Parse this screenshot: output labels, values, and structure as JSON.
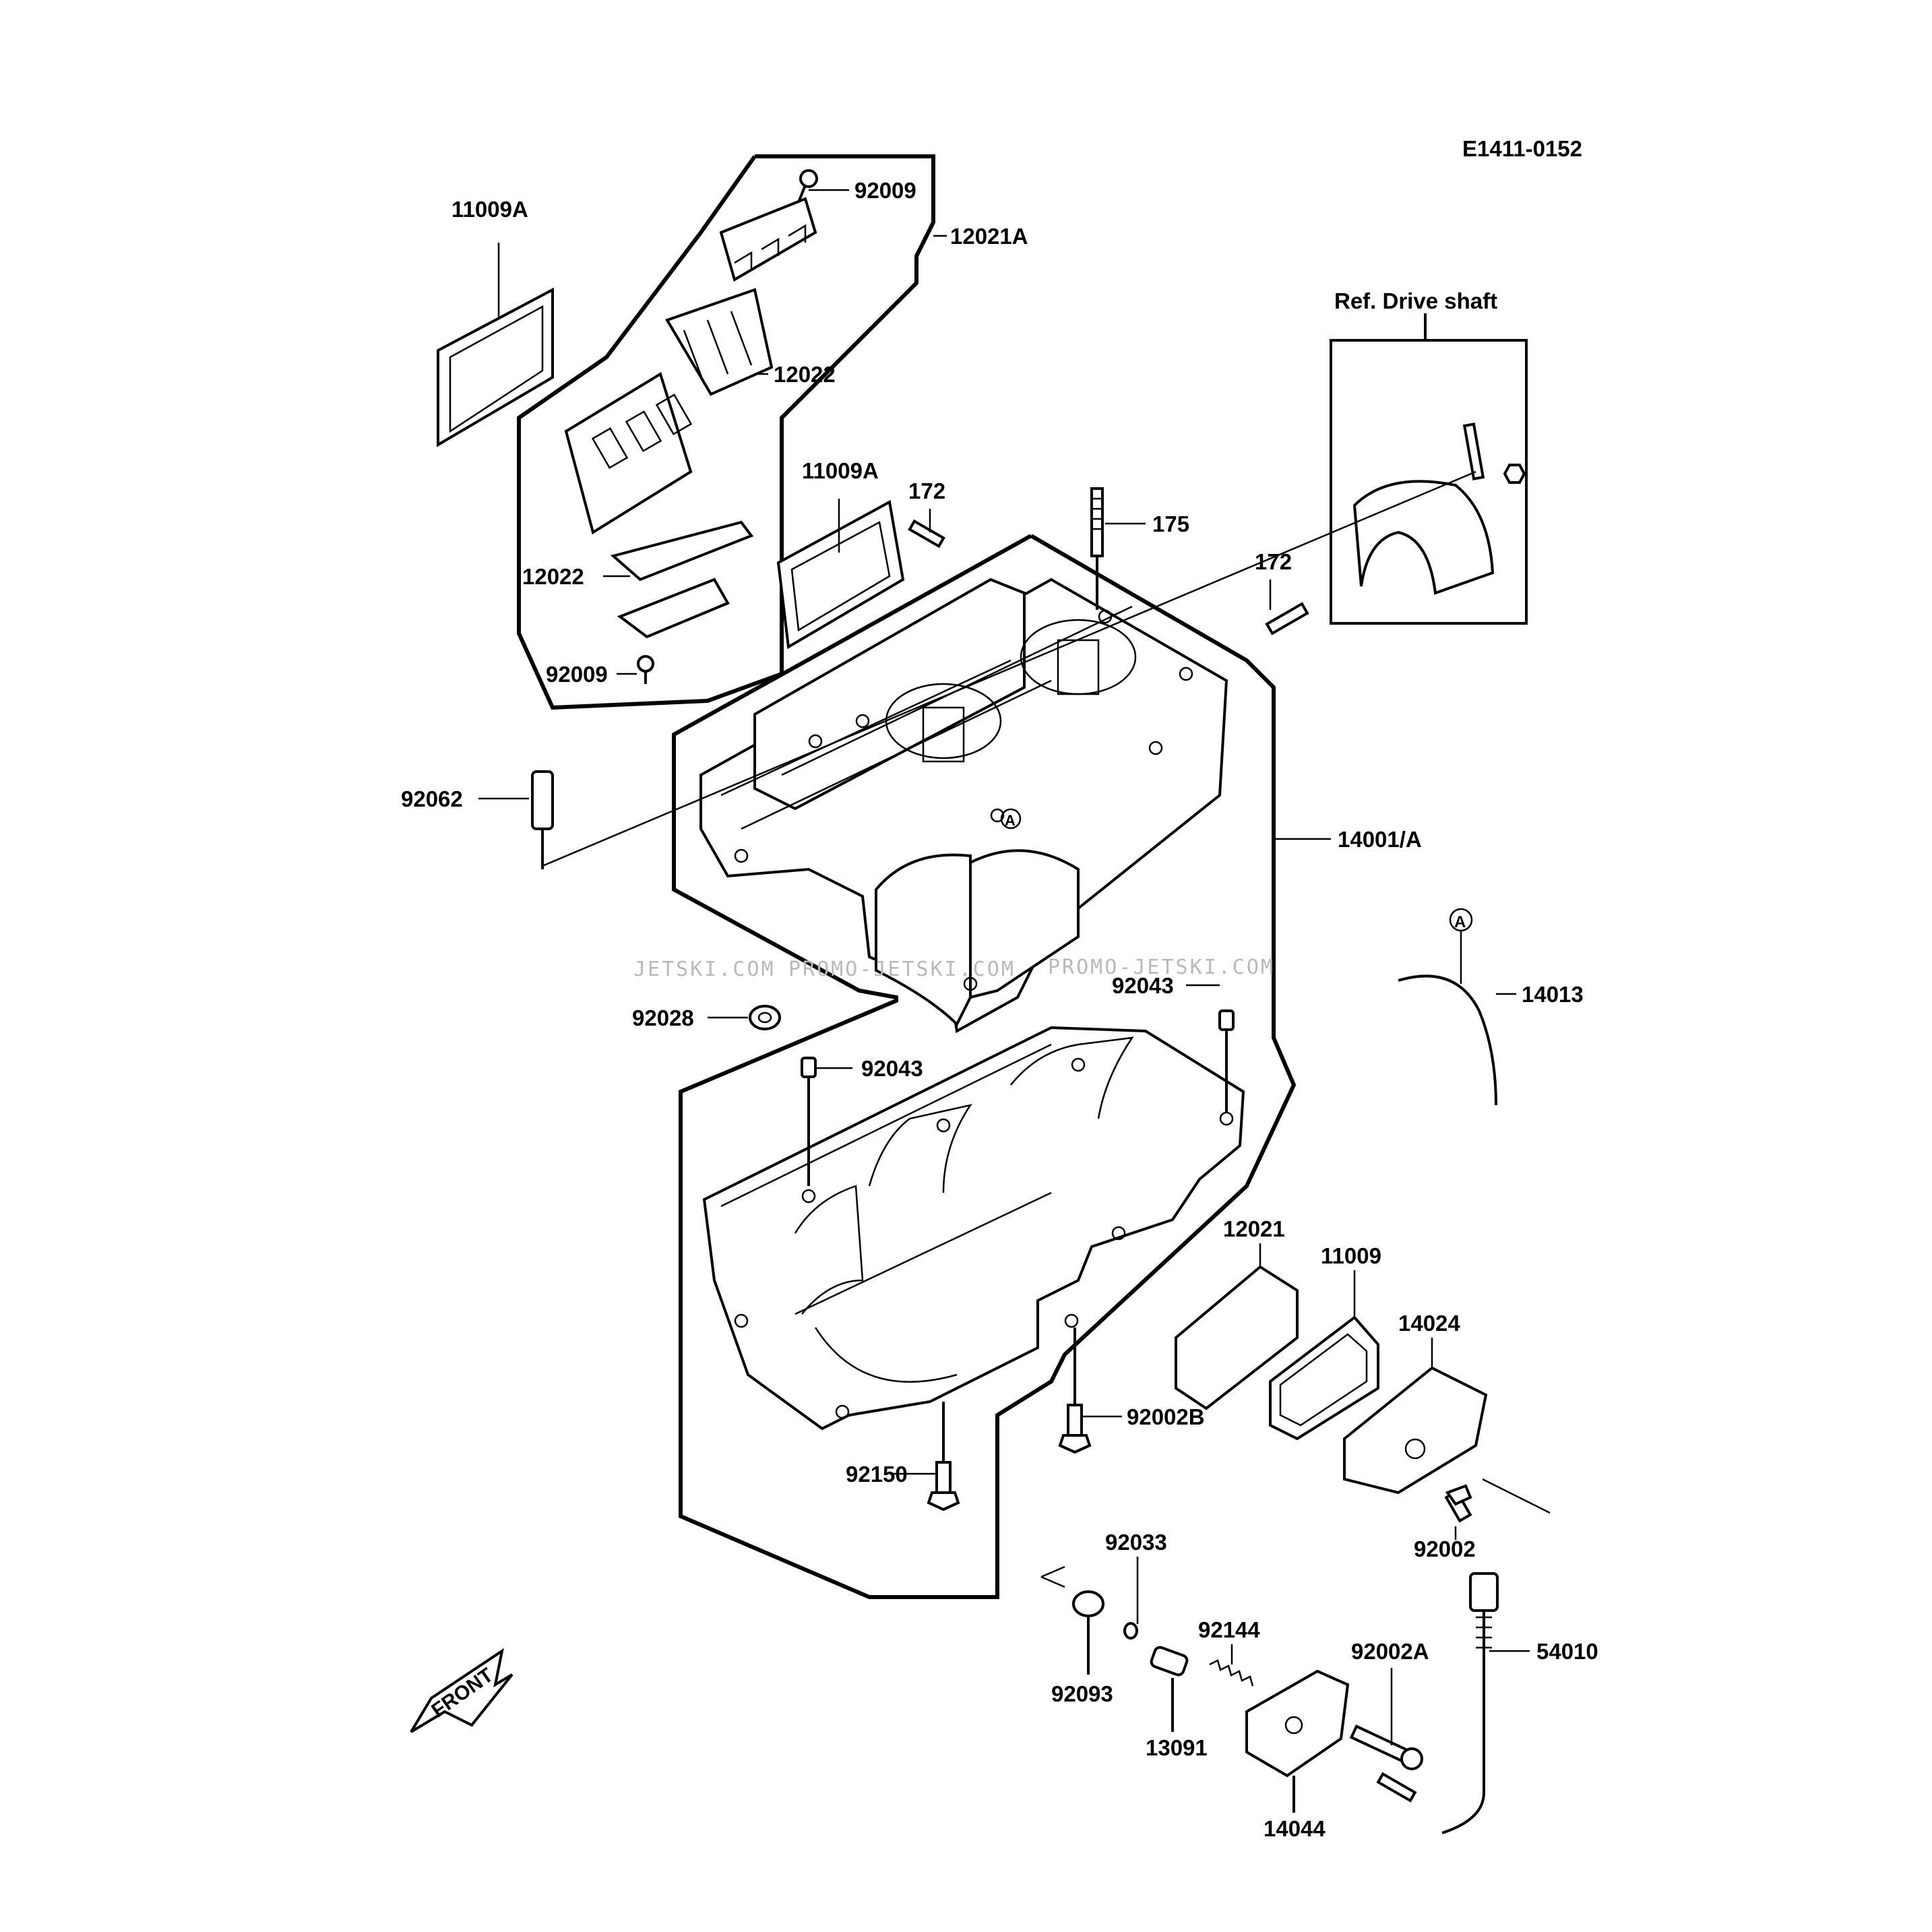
{
  "diagram": {
    "ref_code": "E1411-0152",
    "front_label": "FRONT",
    "drive_shaft_ref": "Ref. Drive shaft",
    "watermark": [
      "JETSKI.COM",
      "PROMO-JETSKI.COM",
      "PROMO-JETSKI.COM"
    ],
    "callout_letter": "A",
    "parts": [
      "92009",
      "12021A",
      "11009A",
      "12022",
      "11009A",
      "172",
      "175",
      "172",
      "12022",
      "92009",
      "92062",
      "14001/A",
      "14013",
      "92028",
      "92043",
      "92043",
      "12021",
      "11009",
      "14024",
      "92002B",
      "92150",
      "92002",
      "92033",
      "92144",
      "92002A",
      "54010",
      "92093",
      "13091",
      "14044"
    ]
  }
}
